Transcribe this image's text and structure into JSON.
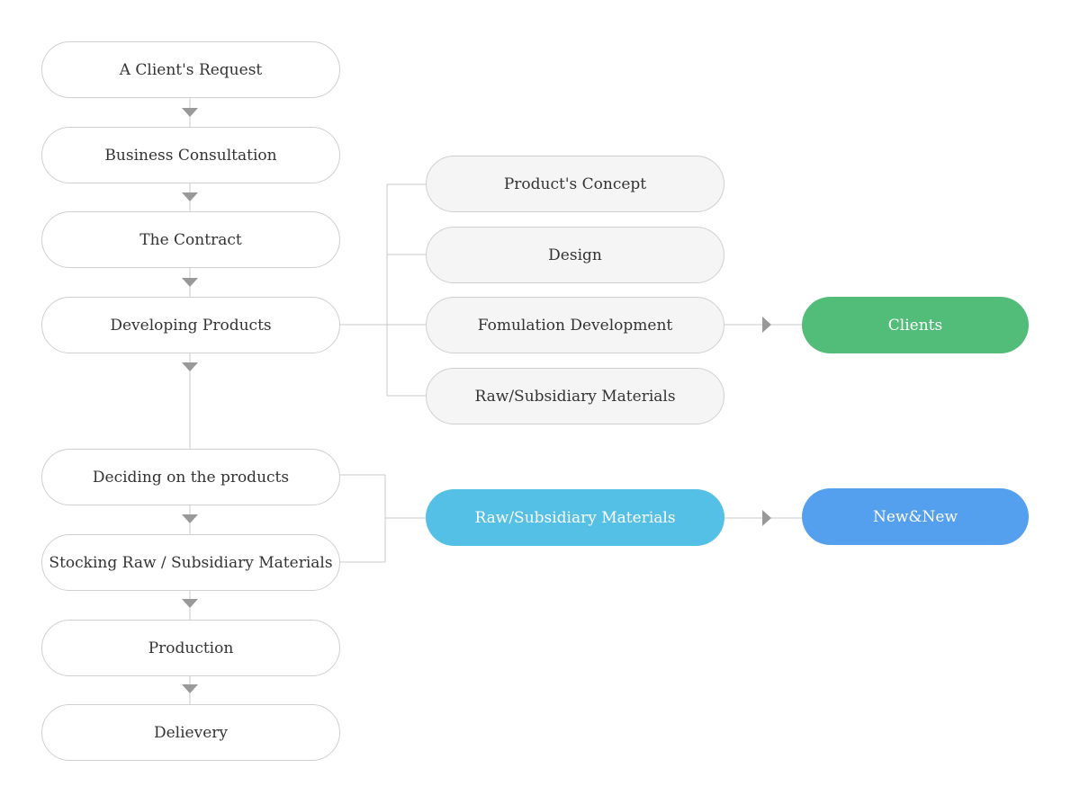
{
  "flow": {
    "steps": [
      "A Client's Request",
      "Business Consultation",
      "The Contract",
      "Developing Products",
      "Deciding on the products",
      "Stocking Raw / Subsidiary Materials",
      "Production",
      "Delievery"
    ]
  },
  "development": {
    "items": [
      "Product's Concept",
      "Design",
      "Fomulation Development",
      "Raw/Subsidiary Materials"
    ]
  },
  "outcomes": {
    "clients": {
      "label": "Clients",
      "color": "#52bd78"
    },
    "materials": {
      "label": "Raw/Subsidiary Materials",
      "color": "#55c0e6"
    },
    "newnew": {
      "label": "New&New",
      "color": "#55a0ee"
    }
  },
  "colors": {
    "line": "#c8c8c8",
    "arrow": "#999999",
    "border": "#cfcfcf",
    "text": "#333333"
  }
}
